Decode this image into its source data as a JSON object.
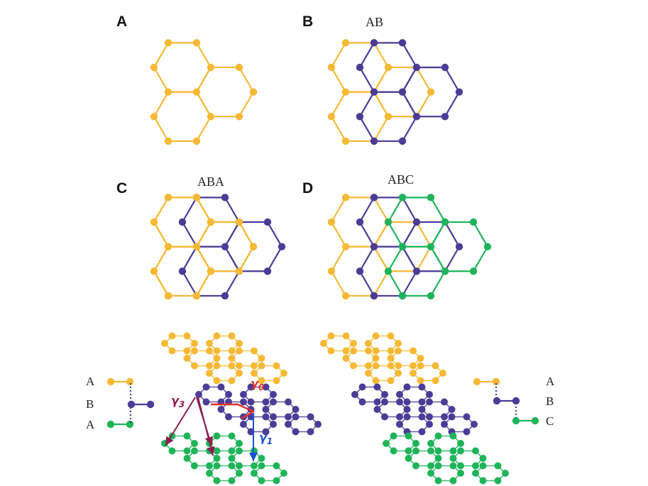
{
  "colors": {
    "layer_a": "#f5b935",
    "layer_b": "#4b3c96",
    "layer_c": "#1fb45a",
    "gamma0": "#e63222",
    "gamma1": "#1a4fd6",
    "gamma3": "#8c1f4f"
  },
  "panels": {
    "a": {
      "letter": "A",
      "title": ""
    },
    "b": {
      "letter": "B",
      "title": "AB"
    },
    "c": {
      "letter": "C",
      "title": "ABA"
    },
    "d": {
      "letter": "D",
      "title": "ABC"
    }
  },
  "bottom": {
    "left_stack_labels": [
      "A",
      "B",
      "A"
    ],
    "right_stack_labels": [
      "A",
      "B",
      "C"
    ],
    "hoppings": {
      "gamma0": {
        "symbol": "γ",
        "sub": "0"
      },
      "gamma1": {
        "symbol": "γ",
        "sub": "1"
      },
      "gamma3": {
        "symbol": "γ",
        "sub": "3"
      }
    }
  }
}
